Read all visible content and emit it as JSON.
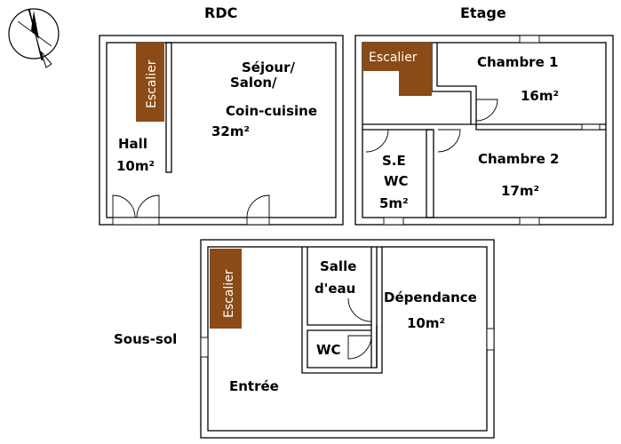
{
  "colors": {
    "stair": "#8B4A16",
    "wall": "#000000",
    "background": "#ffffff"
  },
  "floors": {
    "rdc": {
      "title": "RDC",
      "stair_label": "Escalier",
      "hall": {
        "name": "Hall",
        "area": "10m²"
      },
      "sejour": {
        "line1": "Séjour/",
        "line2": "Salon/",
        "line3": "Coin-cuisine",
        "area": "32m²"
      }
    },
    "etage": {
      "title": "Etage",
      "stair_label": "Escalier",
      "chambre1": {
        "name": "Chambre 1",
        "area": "16m²"
      },
      "chambre2": {
        "name": "Chambre 2",
        "area": "17m²"
      },
      "se_wc": {
        "line1": "S.E",
        "line2": "WC",
        "area": "5m²"
      }
    },
    "sous_sol": {
      "title": "Sous-sol",
      "stair_label": "Escalier",
      "salle_eau": {
        "line1": "Salle",
        "line2": "d'eau"
      },
      "wc": "WC",
      "dependance": {
        "name": "Dépendance",
        "area": "10m²"
      },
      "entree": "Entrée"
    }
  },
  "compass": {
    "icon": "north-arrow-icon"
  }
}
